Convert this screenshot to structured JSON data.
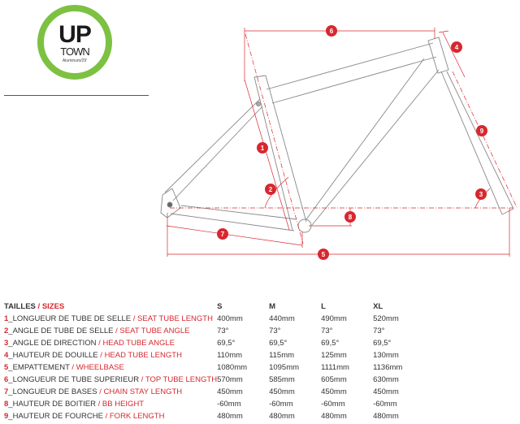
{
  "logo": {
    "line1": "UP",
    "line2": "TOWN",
    "line3": "Aluminum/29'"
  },
  "colors": {
    "accent": "#d7282f",
    "logo_ring": "#7dc142"
  },
  "diagram_markers": [
    "1",
    "2",
    "3",
    "4",
    "5",
    "6",
    "7",
    "8",
    "9"
  ],
  "table": {
    "header": {
      "fr": "TAILLES",
      "sep": " / ",
      "en": "SIZES",
      "sizes": [
        "S",
        "M",
        "L",
        "XL"
      ]
    },
    "rows": [
      {
        "num": "1",
        "fr": "_LONGUEUR DE TUBE DE SELLE",
        "sep": " / ",
        "en": "SEAT TUBE LENGTH",
        "values": [
          "400mm",
          "440mm",
          "490mm",
          "520mm"
        ]
      },
      {
        "num": "2",
        "fr": "_ANGLE DE TUBE DE SELLE",
        "sep": " / ",
        "en": "SEAT TUBE ANGLE",
        "values": [
          "73°",
          "73°",
          "73°",
          "73°"
        ]
      },
      {
        "num": "3",
        "fr": "_ANGLE DE DIRECTION",
        "sep": " / ",
        "en": "HEAD TUBE ANGLE",
        "values": [
          "69,5°",
          "69,5°",
          "69,5°",
          "69,5°"
        ]
      },
      {
        "num": "4",
        "fr": "_HAUTEUR DE DOUILLE",
        "sep": " / ",
        "en": "HEAD TUBE LENGTH",
        "values": [
          "110mm",
          "115mm",
          "125mm",
          "130mm"
        ]
      },
      {
        "num": "5",
        "fr": "_EMPATTEMENT",
        "sep": " / ",
        "en": "WHEELBASE",
        "values": [
          "1080mm",
          "1095mm",
          "1111mm",
          "1136mm"
        ]
      },
      {
        "num": "6",
        "fr": "_LONGUEUR DE TUBE SUPERIEUR",
        "sep": " / ",
        "en": "TOP TUBE LENGTH",
        "values": [
          "570mm",
          "585mm",
          "605mm",
          "630mm"
        ]
      },
      {
        "num": "7",
        "fr": "_LONGUEUR DE BASES",
        "sep": " / ",
        "en": "CHAIN STAY LENGTH",
        "values": [
          "450mm",
          "450mm",
          "450mm",
          "450mm"
        ]
      },
      {
        "num": "8",
        "fr": "_HAUTEUR DE BOITIER",
        "sep": " / ",
        "en": "BB HEIGHT",
        "values": [
          "-60mm",
          "-60mm",
          "-60mm",
          "-60mm"
        ]
      },
      {
        "num": "9",
        "fr": "_HAUTEUR DE FOURCHE",
        "sep": " /  ",
        "en": "FORK LENGTH",
        "values": [
          "480mm",
          "480mm",
          "480mm",
          "480mm"
        ]
      }
    ]
  }
}
